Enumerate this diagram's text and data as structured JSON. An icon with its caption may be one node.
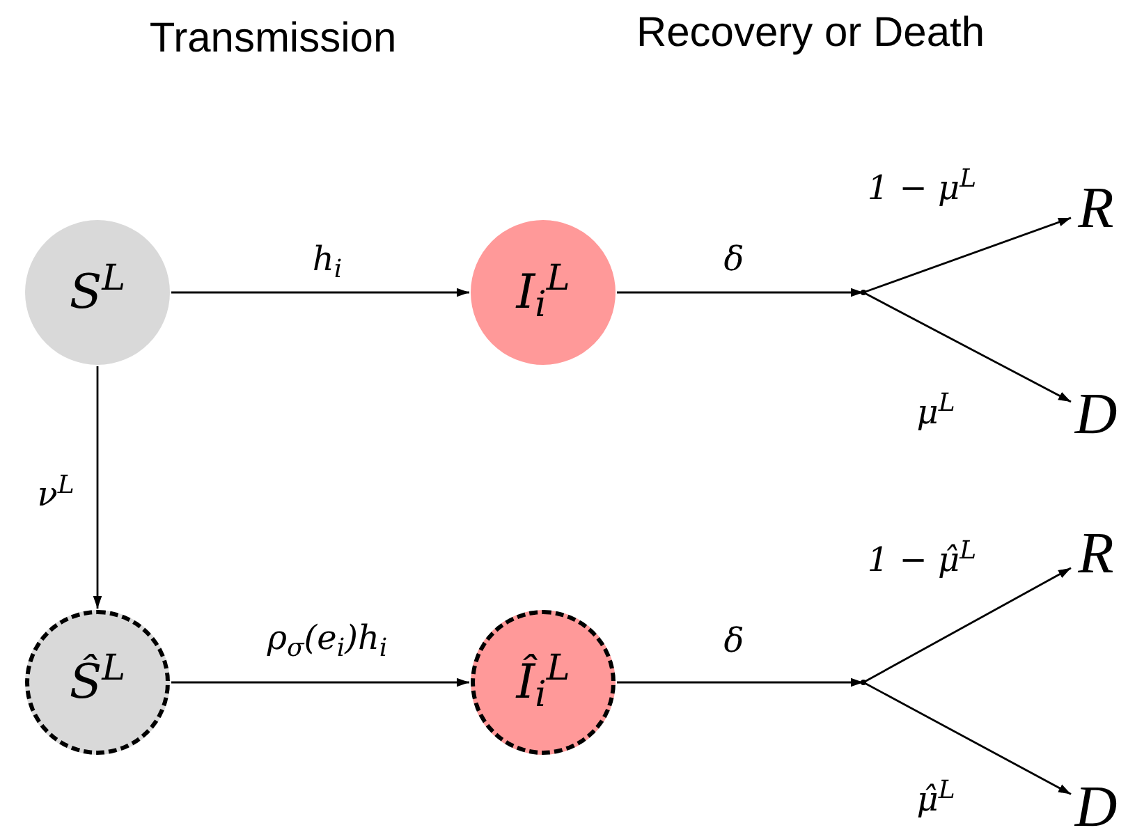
{
  "diagram": {
    "nodes": [
      {
        "text": [
          "S$^{L}$"
        ]
      },
      {
        "text": [
          "I$_{i}$$^{L}$"
        ]
      },
      {
        "text": [],
        "shape": "point"
      },
      {
        "text": [
          "R"
        ]
      },
      {
        "text": [
          "D"
        ]
      },
      {
        "text": [
          "Ŝ$^{L}$"
        ]
      },
      {
        "text": [
          "Î$_{i}$$^{L}$"
        ]
      },
      {
        "text": [],
        "shape": "point"
      },
      {
        "text": [
          "R"
        ]
      },
      {
        "text": [
          "D"
        ]
      }
    ],
    "edges": [
      {
        "from": 0,
        "to": 1,
        "arrow": "to",
        "label": "h$_{i}$"
      },
      {
        "from": 1,
        "to": 2,
        "arrow": "to",
        "label": "δ"
      },
      {
        "from": 2,
        "to": 3,
        "arrow": "to",
        "label": "1 − μ$^{L}$"
      },
      {
        "from": 2,
        "to": 4,
        "arrow": "to",
        "label": "μ$^{L}$"
      },
      {
        "from": 0,
        "to": 5,
        "arrow": "to",
        "label": "ν$^{L}$"
      },
      {
        "from": 5,
        "to": 6,
        "arrow": "to",
        "label": "ρ$_{σ}$(e$_{i}$)h$_{i}$"
      },
      {
        "from": 6,
        "to": 7,
        "arrow": "to",
        "label": "δ"
      },
      {
        "from": 7,
        "to": 8,
        "arrow": "to",
        "label": "1 − μ̂$^{L}$"
      },
      {
        "from": 7,
        "to": 9,
        "arrow": "to",
        "label": "μ̂$^{L}$"
      }
    ],
    "labels": [
      "Transmission",
      "Recovery or Death"
    ]
  }
}
